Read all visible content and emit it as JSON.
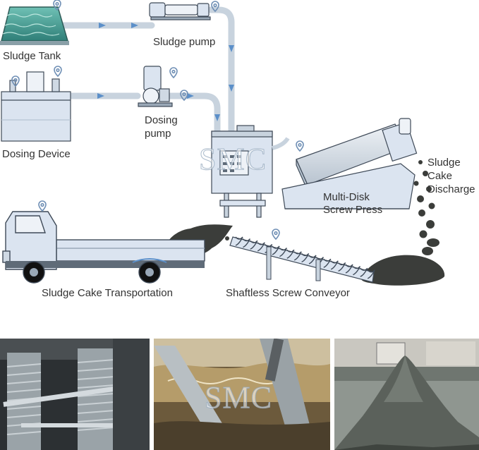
{
  "diagram": {
    "labels": {
      "sludge_tank": "Sludge Tank",
      "sludge_pump": "Sludge pump",
      "dosing_device": "Dosing Device",
      "dosing_pump_line1": "Dosing",
      "dosing_pump_line2": "pump",
      "multi_disk_line1": "Multi-Disk",
      "multi_disk_line2": "Screw Press",
      "cake_discharge_line1": "Sludge",
      "cake_discharge_line2": "Cake",
      "cake_discharge_line3": "Discharge",
      "transportation": "Sludge Cake Transportation",
      "conveyor": "Shaftless Screw Conveyor"
    },
    "watermark": "SMC",
    "colors": {
      "pipe": "#c8d3de",
      "flow_arrow": "#5b8fc9",
      "equipment_fill": "#dbe4f0",
      "equipment_stroke": "#3f4a58",
      "sludge": "#3b3d3a",
      "pin": "#6f8fb5"
    }
  },
  "photos": {
    "watermark": "SMC"
  }
}
